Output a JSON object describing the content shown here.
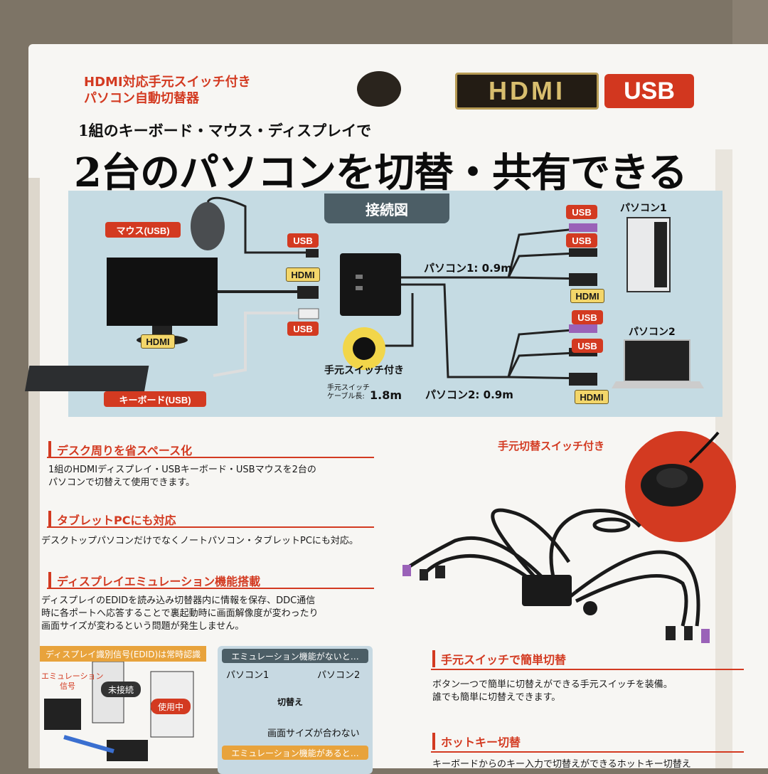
{
  "header": {
    "product_line1": "HDMI対応手元スイッチ付き",
    "product_line2": "パソコン自動切替器",
    "brand_hdmi": "HDMI",
    "brand_usb": "USB",
    "subhead": "1組のキーボード・マウス・ディスプレイで",
    "headline": "2台のパソコンを切替・共有できる"
  },
  "diagram": {
    "title": "接続図",
    "mouse_label": "マウス(USB)",
    "keyboard_label": "キーボード(USB)",
    "usb": "USB",
    "hdmi": "HDMI",
    "pc1": "パソコン1",
    "pc2": "パソコン2",
    "pc1_cable": "パソコン1: 0.9m",
    "pc2_cable": "パソコン2: 0.9m",
    "switch_label": "手元スイッチ付き",
    "switch_cable_line1": "手元スイッチ",
    "switch_cable_line2": "ケーブル長:",
    "switch_cable_len": "1.8m"
  },
  "sections": {
    "s1_title": "デスク周りを省スペース化",
    "s1_line1": "1組のHDMIディスプレイ・USBキーボード・USBマウスを2台の",
    "s1_line2": "パソコンで切替えて使用できます。",
    "s2_title": "タブレットPCにも対応",
    "s2_line1": "デスクトップパソコンだけでなくノートパソコン・タブレットPCにも対応。",
    "s3_title": "ディスプレイエミュレーション機能搭載",
    "s3_line1": "ディスプレイのEDIDを読み込み切替器内に情報を保存、DDC通信",
    "s3_line2": "時に各ポートへ応答することで裏起動時に画面解像度が変わったり",
    "s3_line3": "画面サイズが変わるという問題が発生しません。",
    "s4_title": "手元スイッチで簡単切替",
    "s4_line1": "ボタン一つで簡単に切替えができる手元スイッチを装備。",
    "s4_line2": "誰でも簡単に切替えできます。",
    "s5_title": "ホットキー切替",
    "s5_line1": "キーボードからのキー入力で切替えができるホットキー切替え"
  },
  "photo": {
    "switch_callout": "手元切替スイッチ付き"
  },
  "emulation": {
    "edid_bar": "ディスプレイ識別信号(EDID)は常時認識",
    "signal_label_line1": "エミュレーション",
    "signal_label_line2": "信号",
    "not_connected": "未接続",
    "in_use": "使用中",
    "without_head": "エミュレーション機能がないと…",
    "pc1": "パソコン1",
    "pc2": "パソコン2",
    "switch_word": "切替え",
    "size_mismatch": "画面サイズが合わない",
    "with_head": "エミュレーション機能があると…"
  },
  "colors": {
    "accent_red": "#d33a21",
    "diagram_bg": "#c5dbe3",
    "hdmi_yellow": "#f3d66a"
  }
}
